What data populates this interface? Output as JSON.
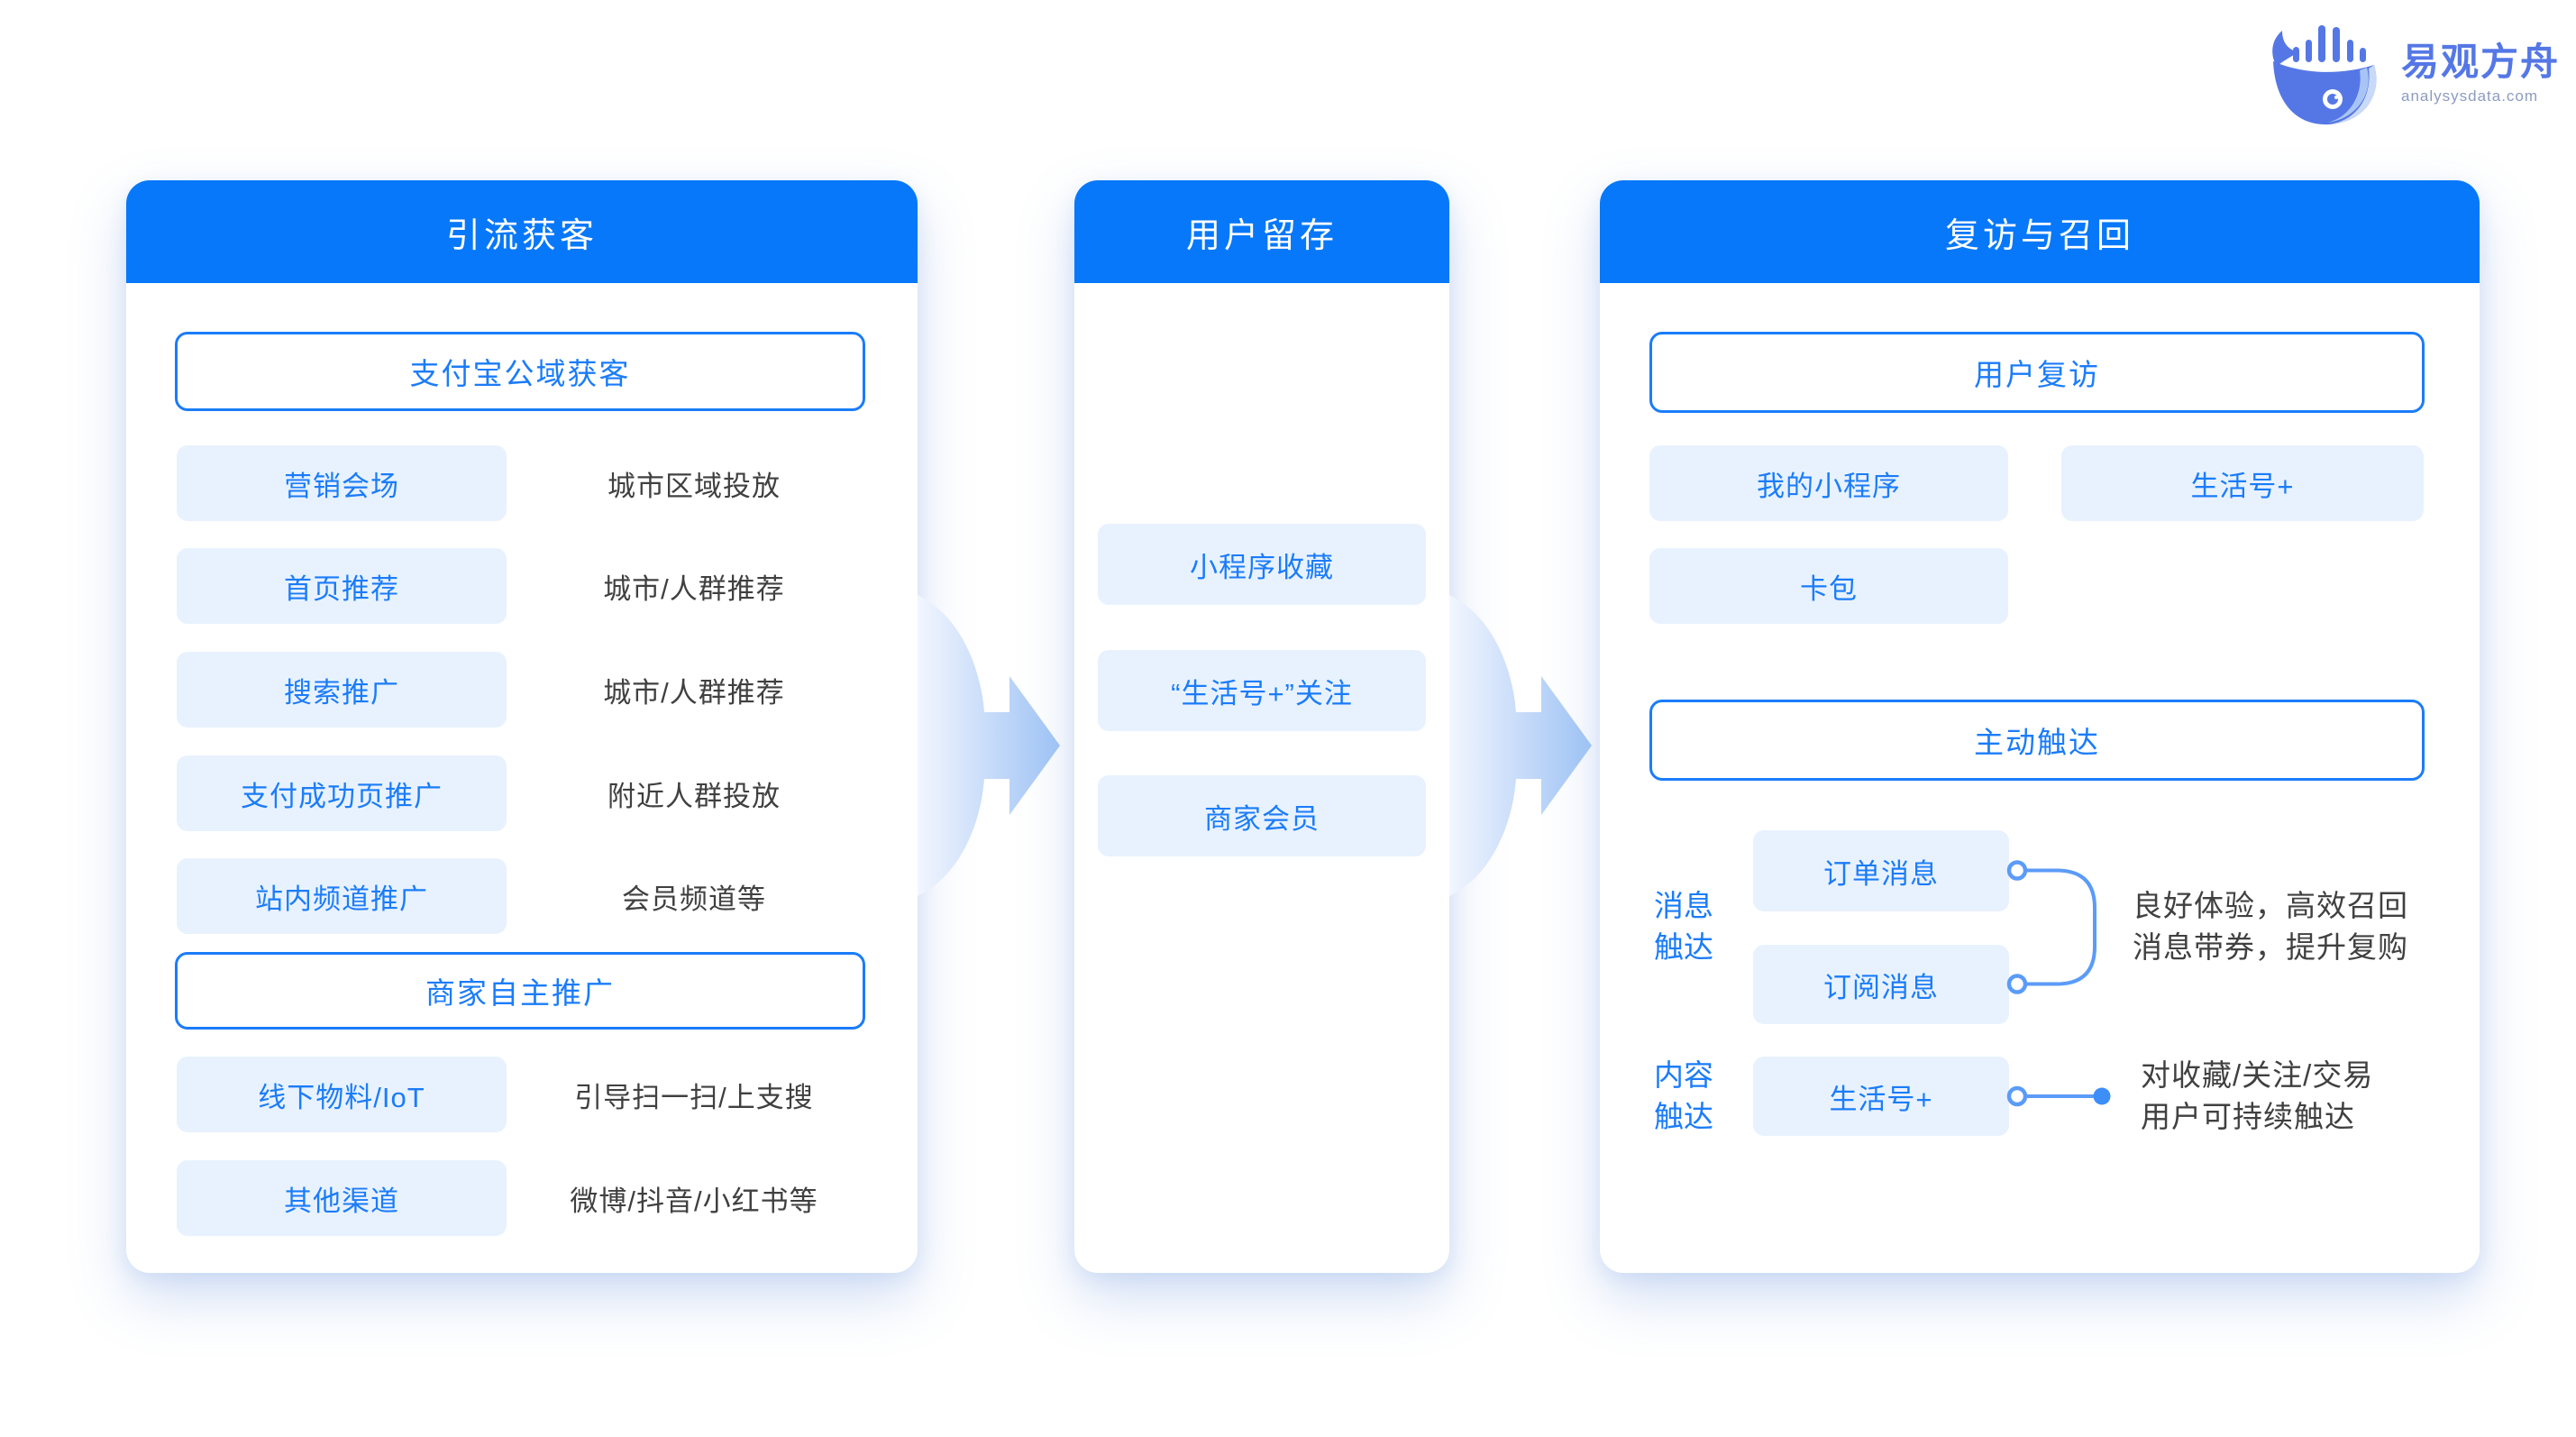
{
  "logo": {
    "brand_name": "易观方舟",
    "domain": "analysysdata.com"
  },
  "colors": {
    "header_blue": "#0778F9",
    "chip_bg": "#E8F2FE",
    "blue_text": "#1B7CF9",
    "desc_text": "#404040",
    "connector_blue": "#5B9BF8",
    "logo_blue": "#5577E6",
    "arrow_gradient_start": "#F2F6FE",
    "arrow_gradient_end": "#9DC2F4"
  },
  "panels": [
    {
      "title": "引流获客",
      "public_box": "支付宝公域获客",
      "public_rows": [
        {
          "chip": "营销会场",
          "desc": "城市区域投放"
        },
        {
          "chip": "首页推荐",
          "desc": "城市/人群推荐"
        },
        {
          "chip": "搜索推广",
          "desc": "城市/人群推荐"
        },
        {
          "chip": "支付成功页推广",
          "desc": "附近人群投放"
        },
        {
          "chip": "站内频道推广",
          "desc": "会员频道等"
        }
      ],
      "self_box": "商家自主推广",
      "self_rows": [
        {
          "chip": "线下物料/IoT",
          "desc": "引导扫一扫/上支搜"
        },
        {
          "chip": "其他渠道",
          "desc": "微博/抖音/小红书等"
        }
      ]
    },
    {
      "title": "用户留存",
      "items": [
        "小程序收藏",
        "“生活号+”关注",
        "商家会员"
      ]
    },
    {
      "title": "复访与召回",
      "revisit_box": "用户复访",
      "revisit_chips": [
        "我的小程序",
        "生活号+",
        "卡包"
      ],
      "touch_box": "主动触达",
      "message_group": {
        "label": "消息触达",
        "chips": [
          "订单消息",
          "订阅消息"
        ],
        "note_lines": [
          "良好体验，高效召回",
          "消息带券，提升复购"
        ]
      },
      "content_group": {
        "label": "内容触达",
        "chips": [
          "生活号+"
        ],
        "note_lines": [
          "对收藏/关注/交易",
          "用户可持续触达"
        ]
      }
    }
  ]
}
